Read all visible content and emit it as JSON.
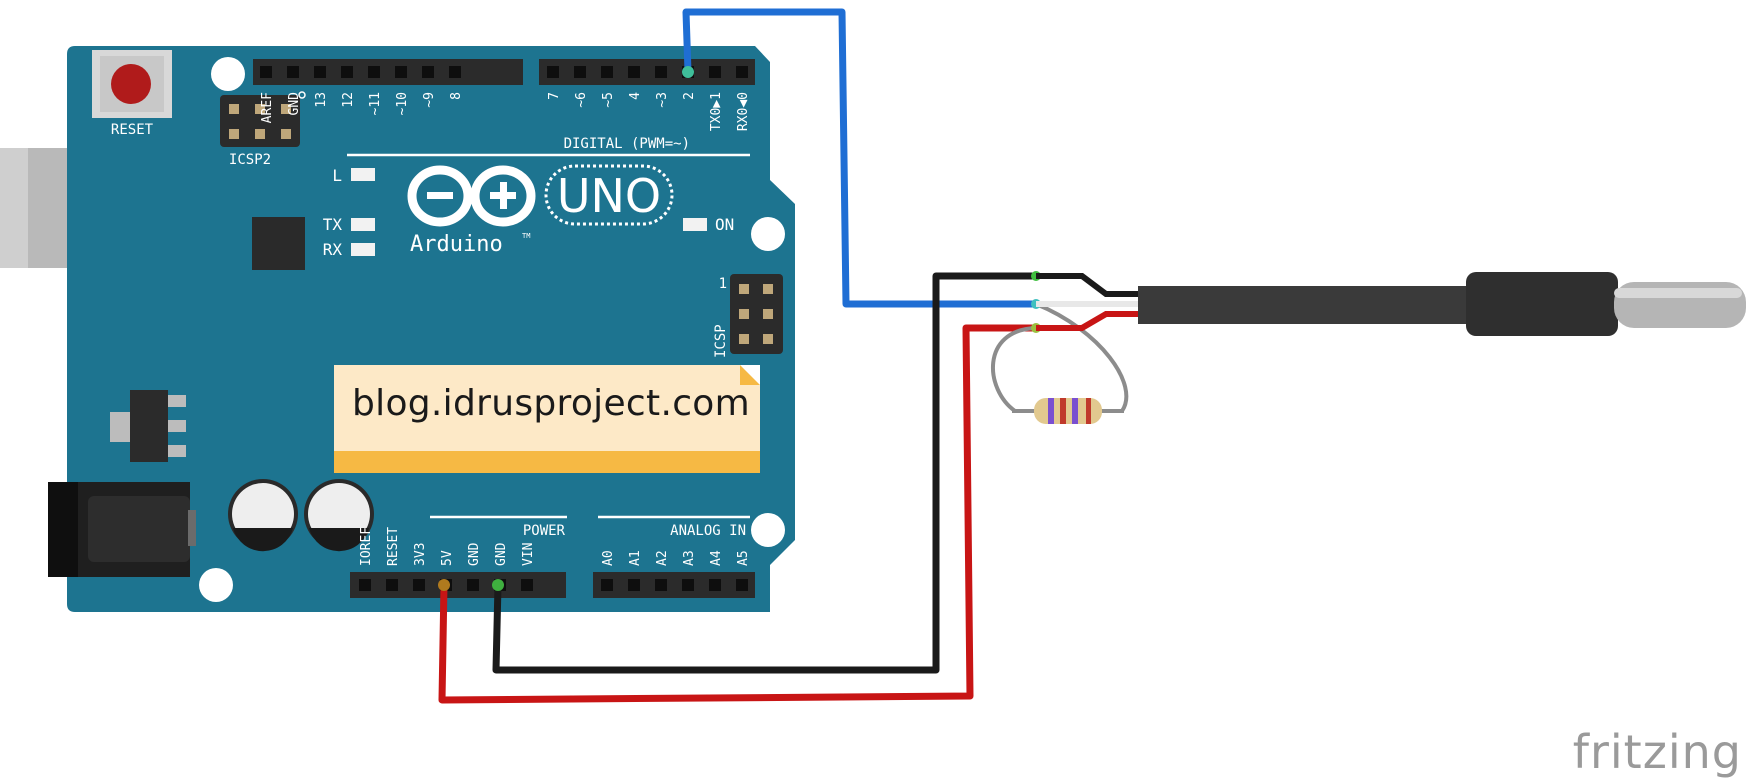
{
  "board": {
    "reset_label": "RESET",
    "icsp2_label": "ICSP2",
    "icsp_label": "ICSP",
    "icsp_pin1": "1",
    "digital_label": "DIGITAL (PWM=~)",
    "uno_label": "UNO",
    "brand": "Arduino",
    "tm": "TM",
    "led_l": "L",
    "led_tx": "TX",
    "led_rx": "RX",
    "led_on": "ON",
    "power_label": "POWER",
    "analog_label": "ANALOG IN",
    "top_left_pins": [
      "AREF",
      "GND",
      "13",
      "12",
      "~11",
      "~10",
      "~9",
      "8"
    ],
    "top_right_pins": [
      "7",
      "~6",
      "~5",
      "4",
      "~3",
      "2",
      "TX0▶1",
      "RX0◀0"
    ],
    "power_pins": [
      "IOREF",
      "RESET",
      "3V3",
      "5V",
      "GND",
      "GND",
      "VIN"
    ],
    "analog_pins": [
      "A0",
      "A1",
      "A2",
      "A3",
      "A4",
      "A5"
    ]
  },
  "note": {
    "text": "blog.idrusproject.com"
  },
  "watermark": "fritzing",
  "colors": {
    "board": "#1d7490",
    "board_lines": "#ffffff",
    "wire_blue": "#1f6ed4",
    "wire_red": "#c81515",
    "wire_black": "#1a1a1a",
    "wire_gray": "#8c8c8c",
    "note_fill": "#fde9c7",
    "note_band": "#f6b944",
    "probe_cable": "#3a3a3a"
  }
}
